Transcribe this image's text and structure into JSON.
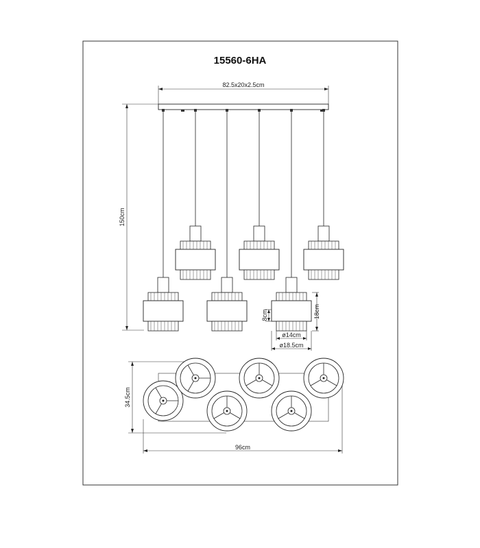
{
  "drawing": {
    "model": "15560-6HA",
    "canopy_size": "82.5x20x2.5cm",
    "height": "150cm",
    "shade_inner_height": "8cm",
    "shade_height": "18cm",
    "shade_inner_diameter": "ø14cm",
    "shade_diameter": "ø18.5cm",
    "top_view_width": "96cm",
    "top_view_depth": "34.5cm",
    "colors": {
      "line": "#222222",
      "background": "#ffffff"
    }
  }
}
